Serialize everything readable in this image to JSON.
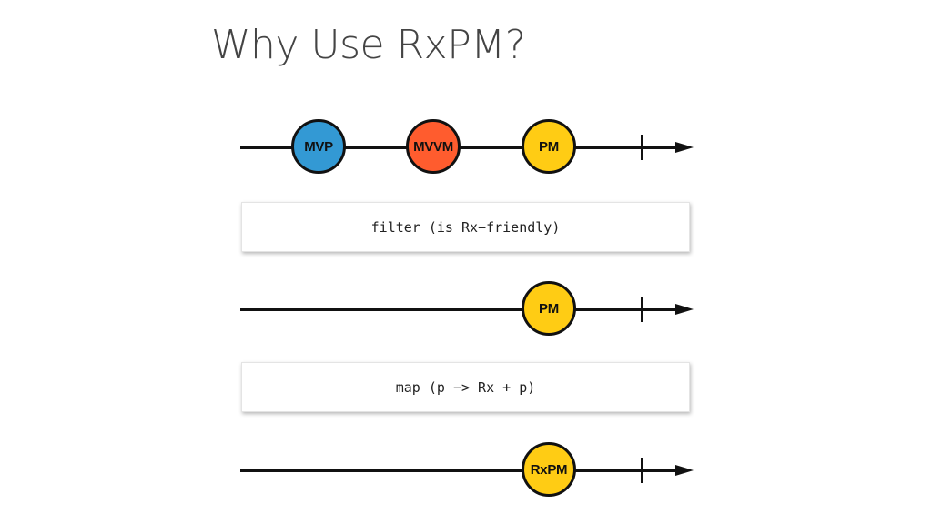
{
  "slide": {
    "title": "Why Use RxPM?"
  },
  "colors": {
    "mvp": "#3399d4",
    "mvvm": "#ff5c2e",
    "pm": "#ffcc14",
    "line": "#111111"
  },
  "streams": [
    {
      "marbles": [
        {
          "label": "MVP",
          "color": "#3399d4"
        },
        {
          "label": "MVVM",
          "color": "#ff5c2e"
        },
        {
          "label": "PM",
          "color": "#ffcc14"
        }
      ]
    },
    {
      "marbles": [
        {
          "label": "PM",
          "color": "#ffcc14"
        }
      ]
    },
    {
      "marbles": [
        {
          "label": "RxPM",
          "color": "#ffcc14"
        }
      ]
    }
  ],
  "operators": [
    {
      "label": "filter (is Rx−friendly)"
    },
    {
      "label": "map (p −> Rx + p)"
    }
  ]
}
